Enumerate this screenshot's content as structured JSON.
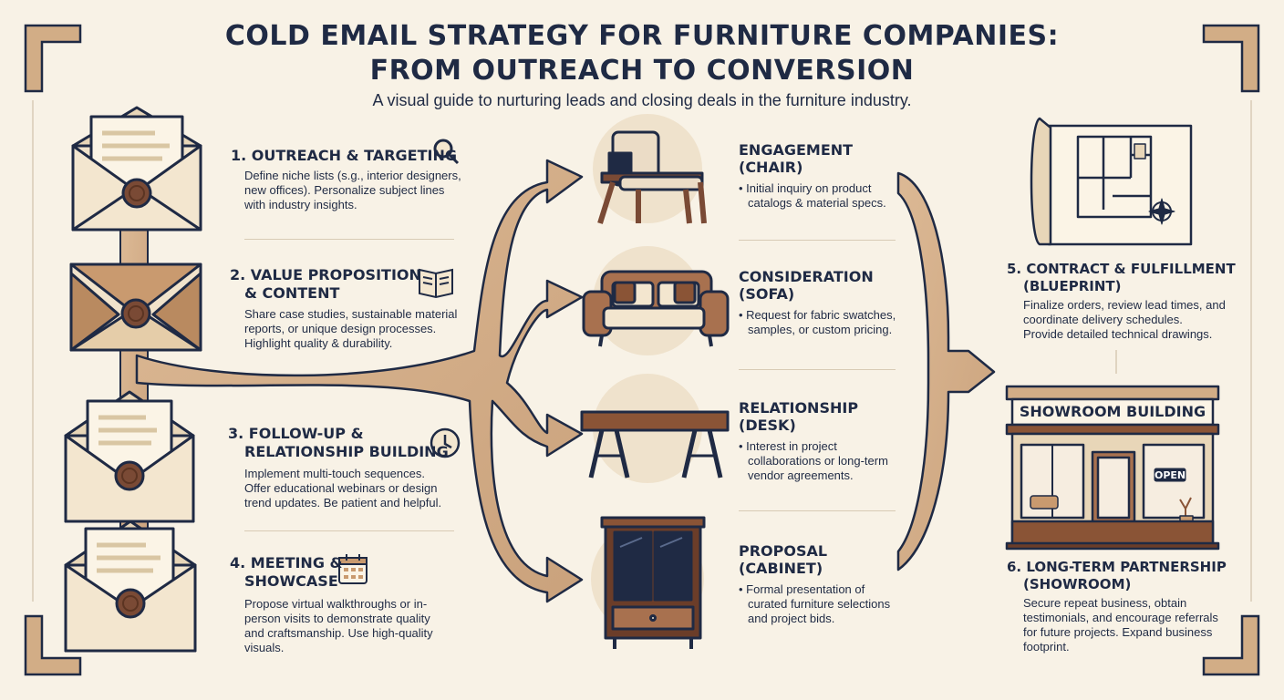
{
  "header": {
    "title_line1": "COLD EMAIL STRATEGY FOR FURNITURE COMPANIES:",
    "title_line2": "FROM OUTREACH TO CONVERSION",
    "subtitle": "A visual guide to nurturing leads and closing deals in the furniture industry."
  },
  "steps": [
    {
      "title_line1": "1. OUTREACH & TARGETING",
      "title_line2": "",
      "desc": [
        "Define niche lists (s.g., interior designers,",
        "new offices). Personalize subject lines",
        "with industry insights."
      ],
      "icon": "magnifier-icon"
    },
    {
      "title_line1": "2. VALUE PROPOSITION",
      "title_line2": "& CONTENT",
      "desc": [
        "Share case studies, sustainable material",
        "reports, or unique design processes.",
        "Highlight quality & durability."
      ],
      "icon": "book-icon"
    },
    {
      "title_line1": "3. FOLLOW-UP &",
      "title_line2": "RELATIONSHIP BUILDING",
      "desc": [
        "Implement multi-touch sequences.",
        "Offer educational webinars or design",
        "trend updates. Be patient and helpful."
      ],
      "icon": "clock-icon"
    },
    {
      "title_line1": "4. MEETING &",
      "title_line2": "SHOWCASE",
      "desc": [
        "Propose virtual walkthroughs or in-",
        "person visits to demonstrate quality",
        "and craftsmanship. Use high-quality",
        "visuals."
      ],
      "icon": "calendar-icon"
    }
  ],
  "stages": [
    {
      "title_line1": "ENGAGEMENT",
      "title_line2": "(CHAIR)",
      "desc": [
        "Initial inquiry on product",
        "catalogs & material specs."
      ],
      "icon": "chair-icon"
    },
    {
      "title_line1": "CONSIDERATION",
      "title_line2": "(SOFA)",
      "desc": [
        "Request for fabric swatches,",
        "samples, or custom pricing."
      ],
      "icon": "sofa-icon"
    },
    {
      "title_line1": "RELATIONSHIP",
      "title_line2": "(DESK)",
      "desc": [
        "Interest in project",
        "collaborations or long-term",
        "vendor agreements."
      ],
      "icon": "desk-icon"
    },
    {
      "title_line1": "PROPOSAL",
      "title_line2": "(CABINET)",
      "desc": [
        "Formal presentation of",
        "curated furniture selections",
        "and project bids."
      ],
      "icon": "cabinet-icon"
    }
  ],
  "final": [
    {
      "title_line1": "5. CONTRACT & FULFILLMENT",
      "title_line2": "(BLUEPRINT)",
      "desc": [
        "Finalize orders, review lead times, and",
        "coordinate delivery schedules.",
        "Provide detailed technical drawings."
      ],
      "icon": "blueprint-icon"
    },
    {
      "title_line1": "6. LONG-TERM PARTNERSHIP",
      "title_line2": "(SHOWROOM)",
      "desc": [
        "Secure repeat business, obtain",
        "testimonials, and encourage referrals",
        "for future projects. Expand business",
        "footprint."
      ],
      "icon": "showroom-icon"
    }
  ],
  "showroom": {
    "sign": "SHOWROOM BUILDING",
    "open_sign": "OPEN"
  },
  "colors": {
    "navy": "#1f2a44",
    "wood": "#d8b48f",
    "wood_dark": "#b98d66",
    "paper": "#f8f2e6",
    "envelope": "#f3e6cf",
    "seal": "#7a4a35"
  }
}
